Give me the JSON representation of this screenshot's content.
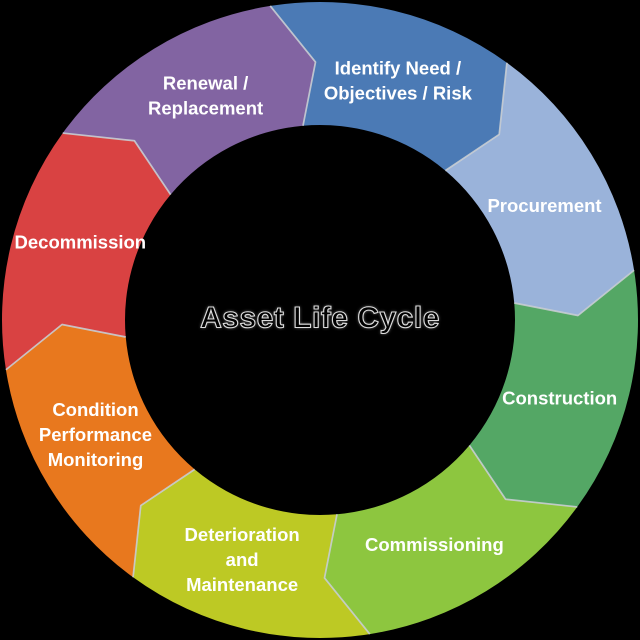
{
  "diagram": {
    "type": "circular-process-cycle",
    "center_title": "Asset Life Cycle",
    "segments": [
      {
        "id": "identify-need",
        "label_lines": [
          "Identify Need /",
          "Objectives / Risk"
        ],
        "color": "#4b7ab5"
      },
      {
        "id": "procurement",
        "label_lines": [
          "Procurement"
        ],
        "color": "#9ab3da"
      },
      {
        "id": "construction",
        "label_lines": [
          "Construction"
        ],
        "color": "#54a765"
      },
      {
        "id": "commissioning",
        "label_lines": [
          "Commissioning"
        ],
        "color": "#8dc63f"
      },
      {
        "id": "deterioration-maintenance",
        "label_lines": [
          "Deterioration",
          "and",
          "Maintenance"
        ],
        "color": "#bdc924"
      },
      {
        "id": "condition-monitoring",
        "label_lines": [
          "Condition",
          "Performance",
          "Monitoring"
        ],
        "color": "#e8781e"
      },
      {
        "id": "decommission",
        "label_lines": [
          "Decommission"
        ],
        "color": "#d94242"
      },
      {
        "id": "renewal-replacement",
        "label_lines": [
          "Renewal /",
          "Replacement"
        ],
        "color": "#8264a2"
      }
    ],
    "colors": {
      "background": "#000000",
      "divider": "#c9ced4",
      "label_text": "#ffffff",
      "center_text": "#000000",
      "center_halo": "#ffffff"
    }
  }
}
